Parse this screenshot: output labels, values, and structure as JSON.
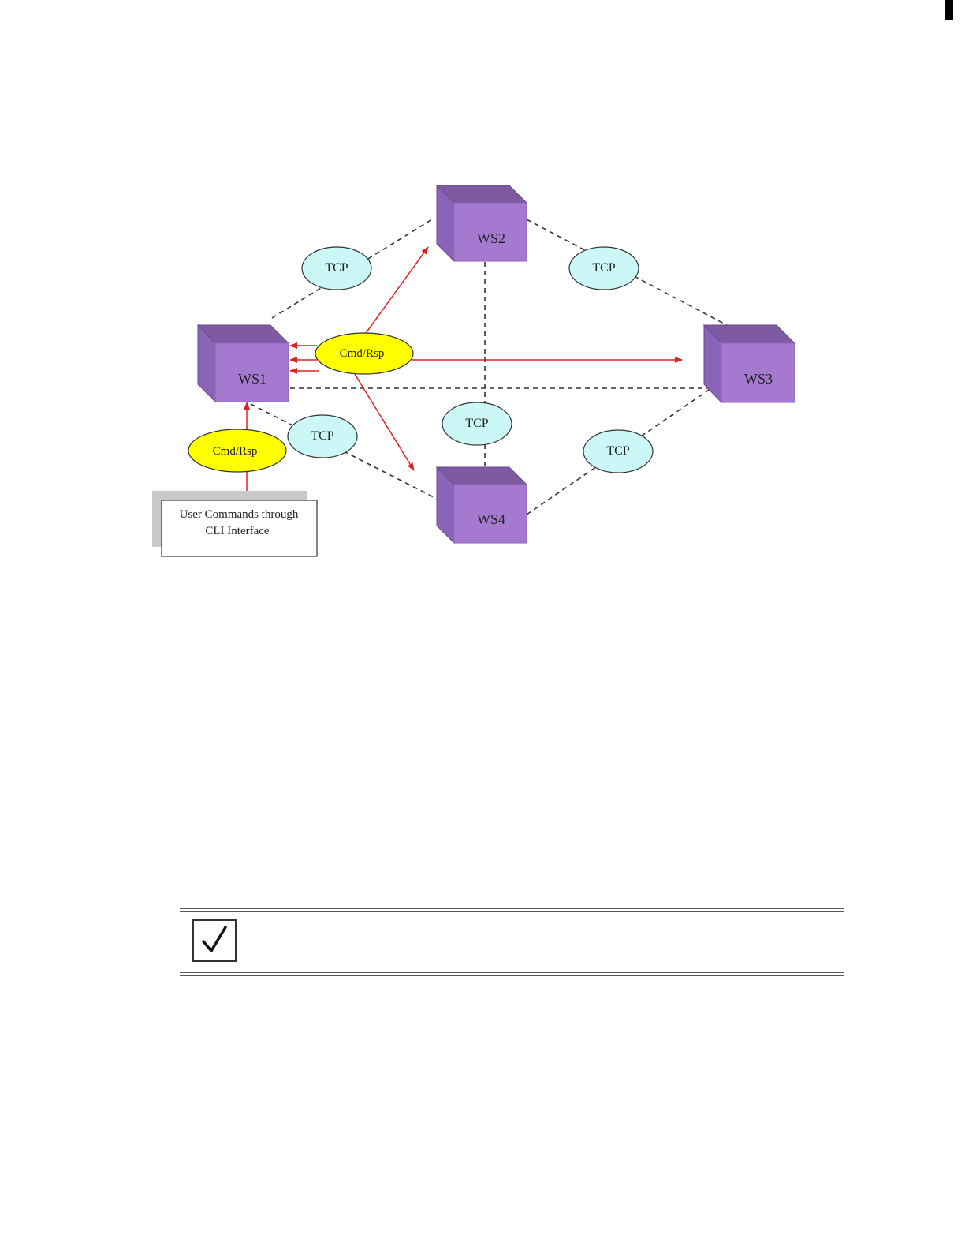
{
  "diagram": {
    "nodes": {
      "ws1": "WS1",
      "ws2": "WS2",
      "ws3": "WS3",
      "ws4": "WS4"
    },
    "tcp_labels": [
      "TCP",
      "TCP",
      "TCP",
      "TCP",
      "TCP"
    ],
    "cmd_rsp_labels": [
      "Cmd/Rsp",
      "Cmd/Rsp"
    ],
    "cli_box": {
      "line1": "User Commands through",
      "line2": "CLI Interface"
    },
    "colors": {
      "cube_front": "#a479cf",
      "cube_top": "#7e5aa3",
      "cube_side": "#8a64b6",
      "tcp_fill": "#ccf7f7",
      "cmd_fill": "#ffff00",
      "arrow": "#dd2222",
      "dashed_line": "#333333"
    }
  },
  "note": {
    "icon": "checkmark-icon"
  }
}
